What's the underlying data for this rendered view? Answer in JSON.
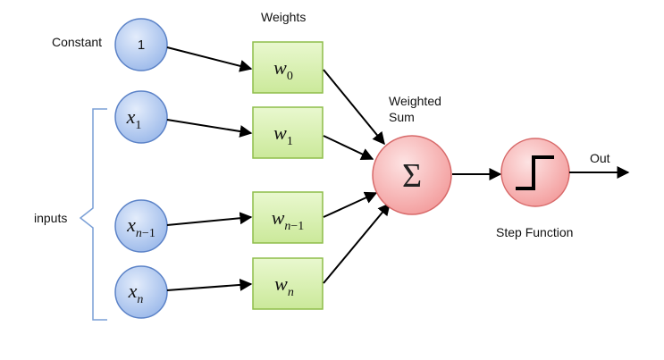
{
  "labels": {
    "weights": "Weights",
    "constant": "Constant",
    "inputs": "inputs",
    "weighted_sum_line1": "Weighted",
    "weighted_sum_line2": "Sum",
    "step_function": "Step Function",
    "out": "Out"
  },
  "nodes": {
    "constant_value": "1",
    "x1": {
      "base": "x",
      "sub": "1"
    },
    "xn1": {
      "base": "x",
      "sub_var": "n",
      "sub_rest": "−1"
    },
    "xn": {
      "base": "x",
      "sub_var": "n"
    },
    "w0": {
      "base": "w",
      "sub": "0"
    },
    "w1": {
      "base": "w",
      "sub": "1"
    },
    "wn1": {
      "base": "w",
      "sub_var": "n",
      "sub_rest": "−1"
    },
    "wn": {
      "base": "w",
      "sub_var": "n"
    },
    "sum_symbol": "Σ"
  },
  "colors": {
    "input_fill": "#a9c4ee",
    "input_stroke": "#5b82c7",
    "weight_fill": "#d6efa8",
    "weight_stroke": "#8ebd4a",
    "sum_fill": "#f7b7b7",
    "sum_stroke": "#d86a6a",
    "bracket": "#7a9fd6"
  }
}
